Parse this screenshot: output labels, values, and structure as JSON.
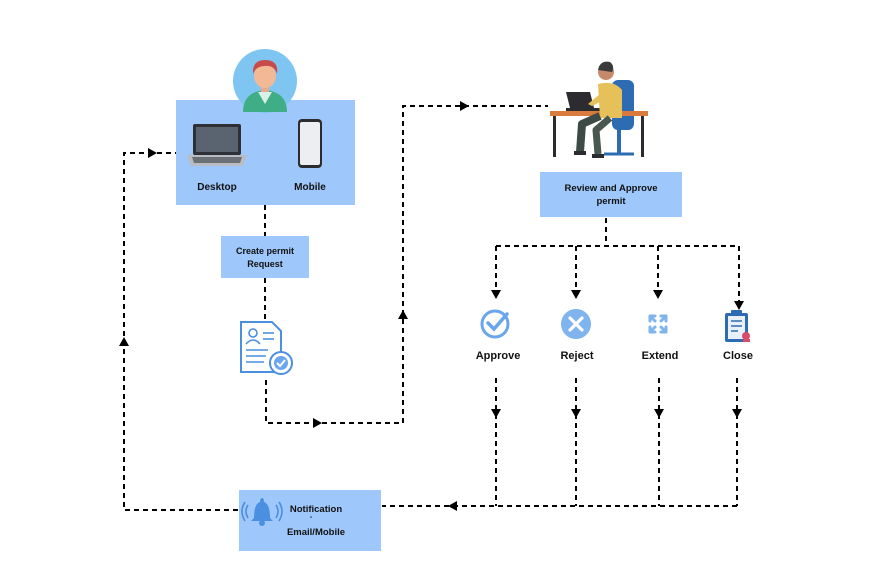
{
  "devices": {
    "desktop": "Desktop",
    "mobile": "Mobile"
  },
  "create_request": {
    "line1": "Create permit",
    "line2": "Request"
  },
  "review": {
    "line1": "Review and Approve",
    "line2": "permit"
  },
  "actions": [
    {
      "label": "Approve",
      "icon": "check-circle-icon"
    },
    {
      "label": "Reject",
      "icon": "x-circle-icon"
    },
    {
      "label": "Extend",
      "icon": "expand-arrows-icon"
    },
    {
      "label": "Close",
      "icon": "clipboard-checklist-icon"
    }
  ],
  "notification": {
    "line1": "Notification",
    "separator": "-",
    "line2": "Email/Mobile"
  },
  "colors": {
    "box": "#9ec7fb",
    "accent": "#6aa6ec",
    "line": "#000000"
  }
}
